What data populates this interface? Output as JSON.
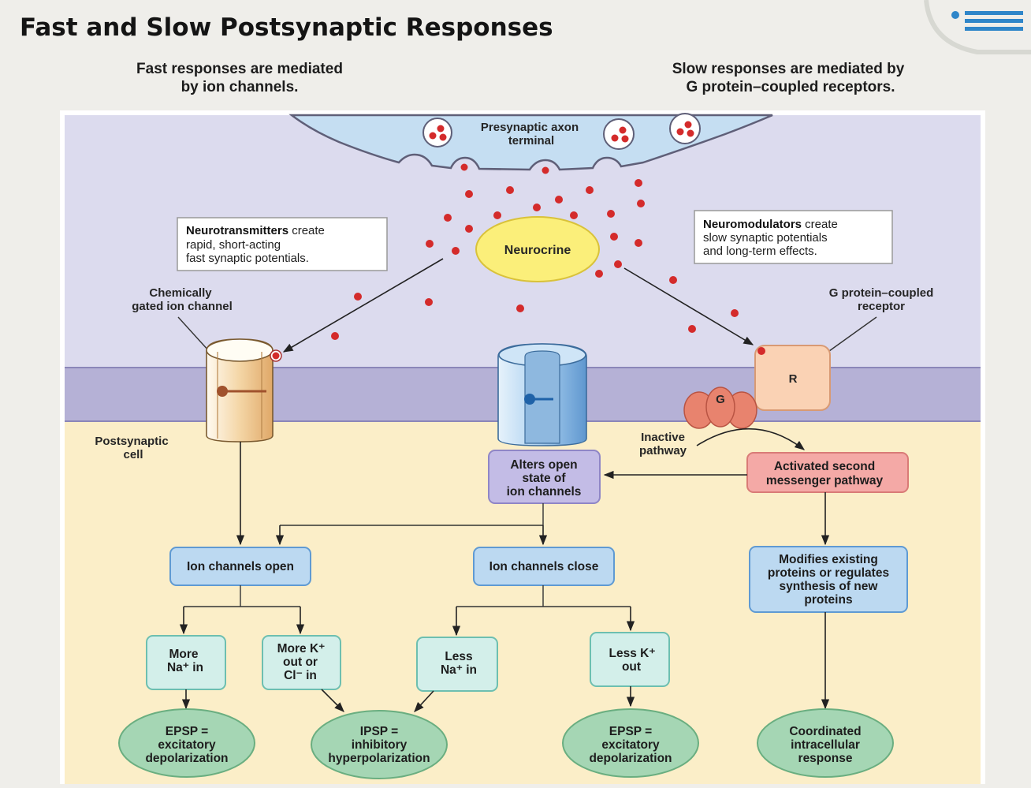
{
  "title": "Fast and Slow Postsynaptic Responses",
  "subtitle_left": [
    "Fast responses are mediated",
    "by ion channels."
  ],
  "subtitle_right": [
    "Slow responses are mediated by",
    "G protein–coupled receptors."
  ],
  "presynaptic": [
    "Presynaptic axon",
    "terminal"
  ],
  "neurocrine": "Neurocrine",
  "neurotransmitters_note": {
    "bold": "Neurotransmitters",
    "rest1": " create",
    "line2": "rapid, short-acting",
    "line3": "fast synaptic potentials."
  },
  "neuromodulators_note": {
    "bold": "Neuromodulators",
    "rest1": " create",
    "line2": "slow synaptic potentials",
    "line3": "and long-term effects."
  },
  "chem_gated": [
    "Chemically",
    "gated ion channel"
  ],
  "gpcr": [
    "G protein–coupled",
    "receptor"
  ],
  "receptor_letter": "R",
  "gprotein_letter": "G",
  "postsynaptic": [
    "Postsynaptic",
    "cell"
  ],
  "inactive": [
    "Inactive",
    "pathway"
  ],
  "activated": [
    "Activated second",
    "messenger pathway"
  ],
  "alters": [
    "Alters open",
    "state of",
    "ion channels"
  ],
  "ion_open": "Ion channels open",
  "ion_close": "Ion channels close",
  "modifies": [
    "Modifies existing",
    "proteins or regulates",
    "synthesis of new",
    "proteins"
  ],
  "more_na": [
    "More",
    "Na⁺ in"
  ],
  "more_k": [
    "More K⁺",
    "out or",
    "Cl⁻ in"
  ],
  "less_na": [
    "Less",
    "Na⁺ in"
  ],
  "less_k": [
    "Less K⁺",
    "out"
  ],
  "epsp1": [
    "EPSP =",
    "excitatory",
    "depolarization"
  ],
  "ipsp": [
    "IPSP =",
    "inhibitory",
    "hyperpolarization"
  ],
  "epsp2": [
    "EPSP =",
    "excitatory",
    "depolarization"
  ],
  "coord": [
    "Coordinated",
    "intracellular",
    "response"
  ],
  "colors": {
    "extracellular": "#dcdbee",
    "membrane": "#b5b1d6",
    "cytoplasm": "#fbeec8",
    "blue_box": "#bcd9f1",
    "teal_box": "#d3efea",
    "green_ellipse": "#a5d6b4",
    "pink_box": "#f4a9a6",
    "dot": "#d42b2b"
  }
}
